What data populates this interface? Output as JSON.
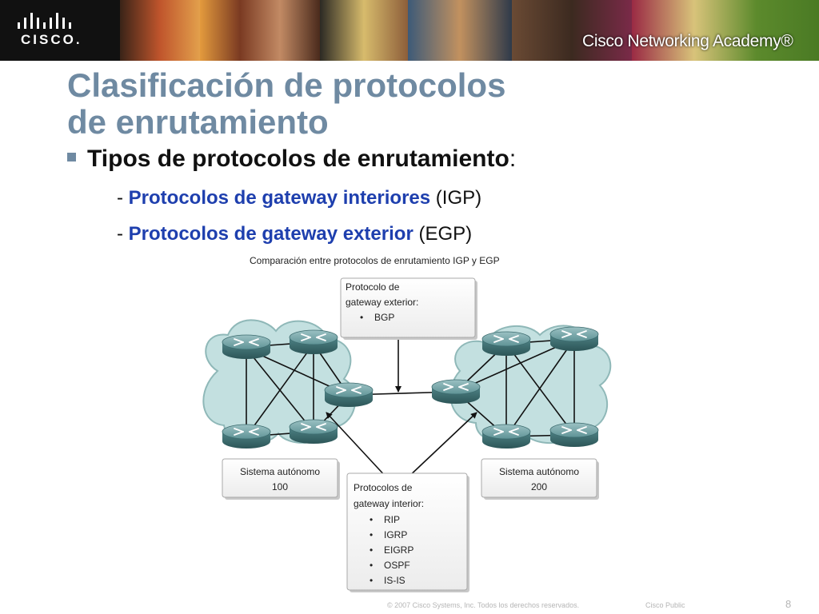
{
  "header": {
    "logo_text": "CISCO.",
    "academy": "Cisco Networking Academy®"
  },
  "slide": {
    "title_line1": "Clasificación de protocolos",
    "title_line2": "de enrutamiento",
    "bullet": "Tipos de protocolos de enrutamiento",
    "bullet_colon": ":",
    "item1_dash": "- ",
    "item1_highlight": "Protocolos de gateway interiores",
    "item1_rest": " (IGP)",
    "item2_dash": "- ",
    "item2_highlight": "Protocolos de gateway exterior",
    "item2_rest": " (EGP)"
  },
  "diagram": {
    "caption": "Comparación entre protocolos de enrutamiento IGP y EGP",
    "egp_box": {
      "line1": "Protocolo de",
      "line2": "gateway exterior:",
      "items": [
        "BGP"
      ]
    },
    "igp_box": {
      "line1": "Protocolos de",
      "line2": "gateway interior:",
      "items": [
        "RIP",
        "IGRP",
        "EIGRP",
        "OSPF",
        "IS-IS"
      ]
    },
    "as_left": {
      "line1": "Sistema autónomo",
      "line2": "100"
    },
    "as_right": {
      "line1": "Sistema autónomo",
      "line2": "200"
    }
  },
  "footer": {
    "copyright": "© 2007 Cisco Systems, Inc. Todos los derechos reservados.",
    "classification": "Cisco Public",
    "page": "8"
  },
  "colors": {
    "title": "#6f8aa2",
    "highlight": "#1e3fae",
    "router": "#4f7f82",
    "cloud": "#bcdada"
  }
}
